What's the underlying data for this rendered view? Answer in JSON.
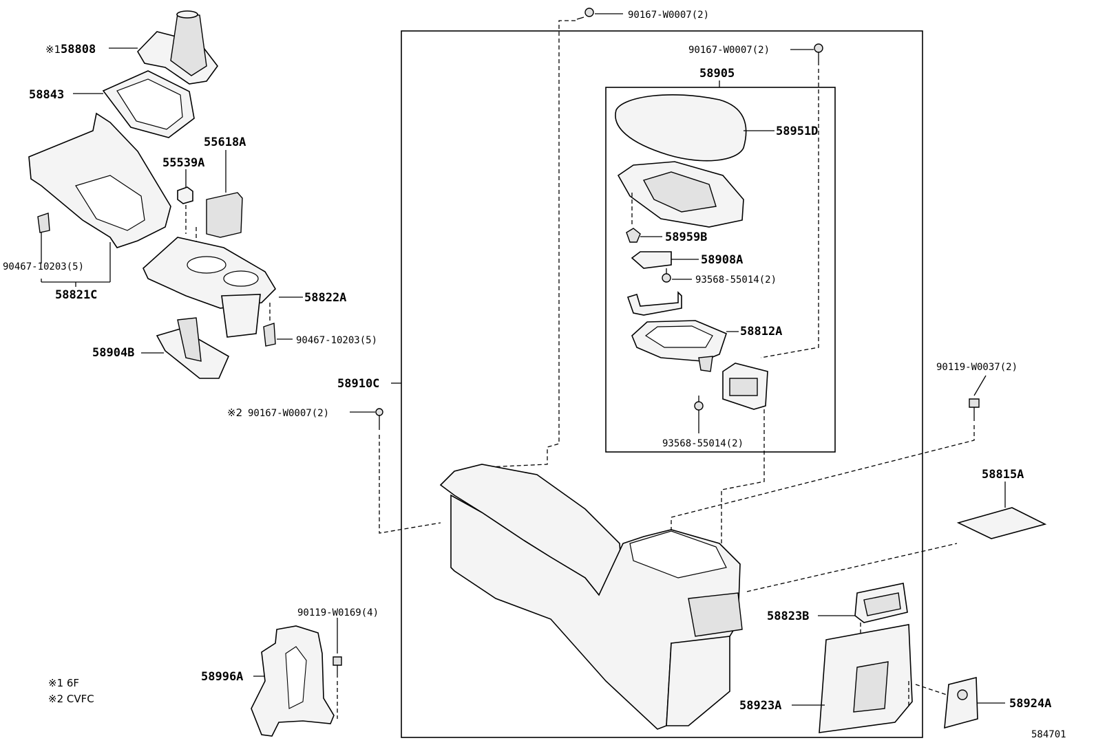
{
  "labels": {
    "p58808": "58808",
    "mark1": "※1",
    "p58843": "58843",
    "p55618A": "55618A",
    "p55539A": "55539A",
    "p90467_left": "90467-10203(5)",
    "p58821C": "58821C",
    "p58822A": "58822A",
    "p90467_right": "90467-10203(5)",
    "p58904B": "58904B",
    "p58910C": "58910C",
    "mark2": "※2",
    "p90167_left": "90167-W0007(2)",
    "p90167_top": "90167-W0007(2)",
    "p90167_right": "90167-W0007(2)",
    "p58905": "58905",
    "p58951D": "58951D",
    "p58959B": "58959B",
    "p58908A": "58908A",
    "p93568_a": "93568-55014(2)",
    "p58812A": "58812A",
    "p93568_b": "93568-55014(2)",
    "p90119_W0037": "90119-W0037(2)",
    "p58815A": "58815A",
    "p58823B": "58823B",
    "p90119_W0169": "90119-W0169(4)",
    "p58996A": "58996A",
    "p58923A": "58923A",
    "p58924A": "58924A",
    "note1": "※1 6F",
    "note2": "※2 CVFC",
    "figure_id": "584701"
  }
}
